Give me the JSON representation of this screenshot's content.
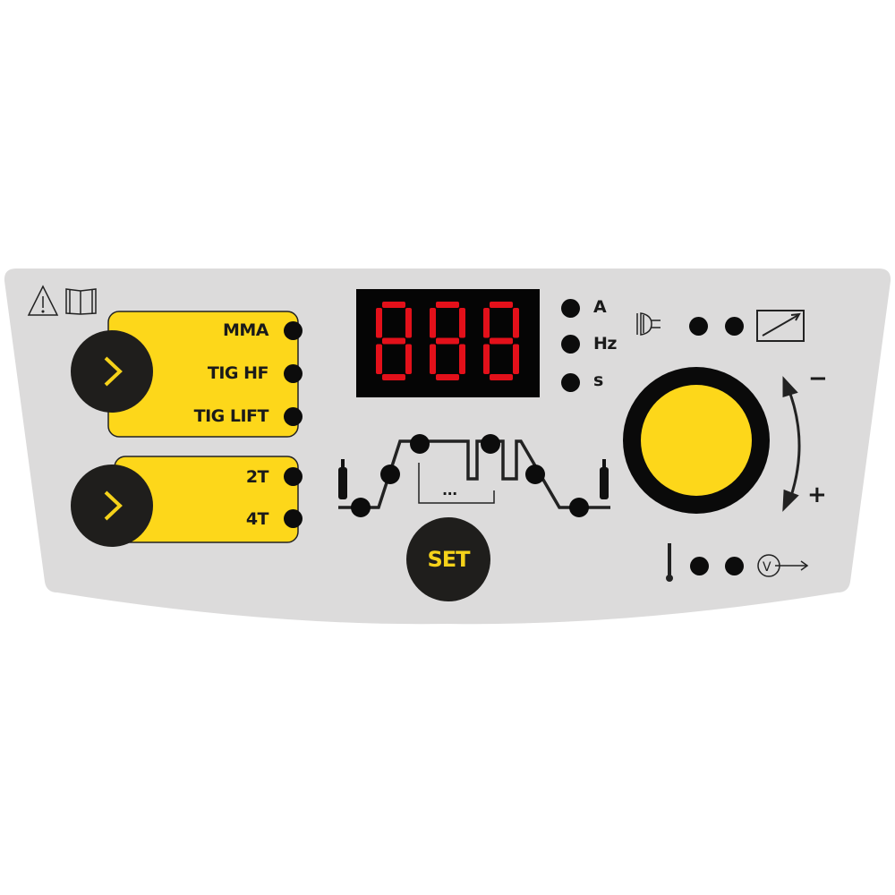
{
  "panel": {
    "warning_icon": "warning-triangle-icon",
    "manual_icon": "book-icon",
    "colors": {
      "panel": "#dcdbdb",
      "accent": "#fdd71a",
      "led": "#e3101a",
      "dark": "#1f1e1c"
    }
  },
  "process_selector": {
    "button_icon": "chevron-right-icon",
    "options": [
      {
        "label": "MMA"
      },
      {
        "label": "TIG HF"
      },
      {
        "label": "TIG LIFT"
      }
    ]
  },
  "trigger_selector": {
    "button_icon": "chevron-right-icon",
    "options": [
      {
        "label": "2T"
      },
      {
        "label": "4T"
      }
    ]
  },
  "display": {
    "digits": "888",
    "units": [
      {
        "label": "A"
      },
      {
        "label": "Hz"
      },
      {
        "label": "s"
      }
    ]
  },
  "waveform": {
    "ellipsis": "...",
    "set_label": "SET"
  },
  "knob": {
    "minus": "−",
    "plus": "+"
  },
  "indicators": {
    "top_icons": [
      "plug-icon",
      "remote-control-icon"
    ],
    "bottom_icons": [
      "thermometer-icon",
      "voltage-output-icon"
    ]
  }
}
